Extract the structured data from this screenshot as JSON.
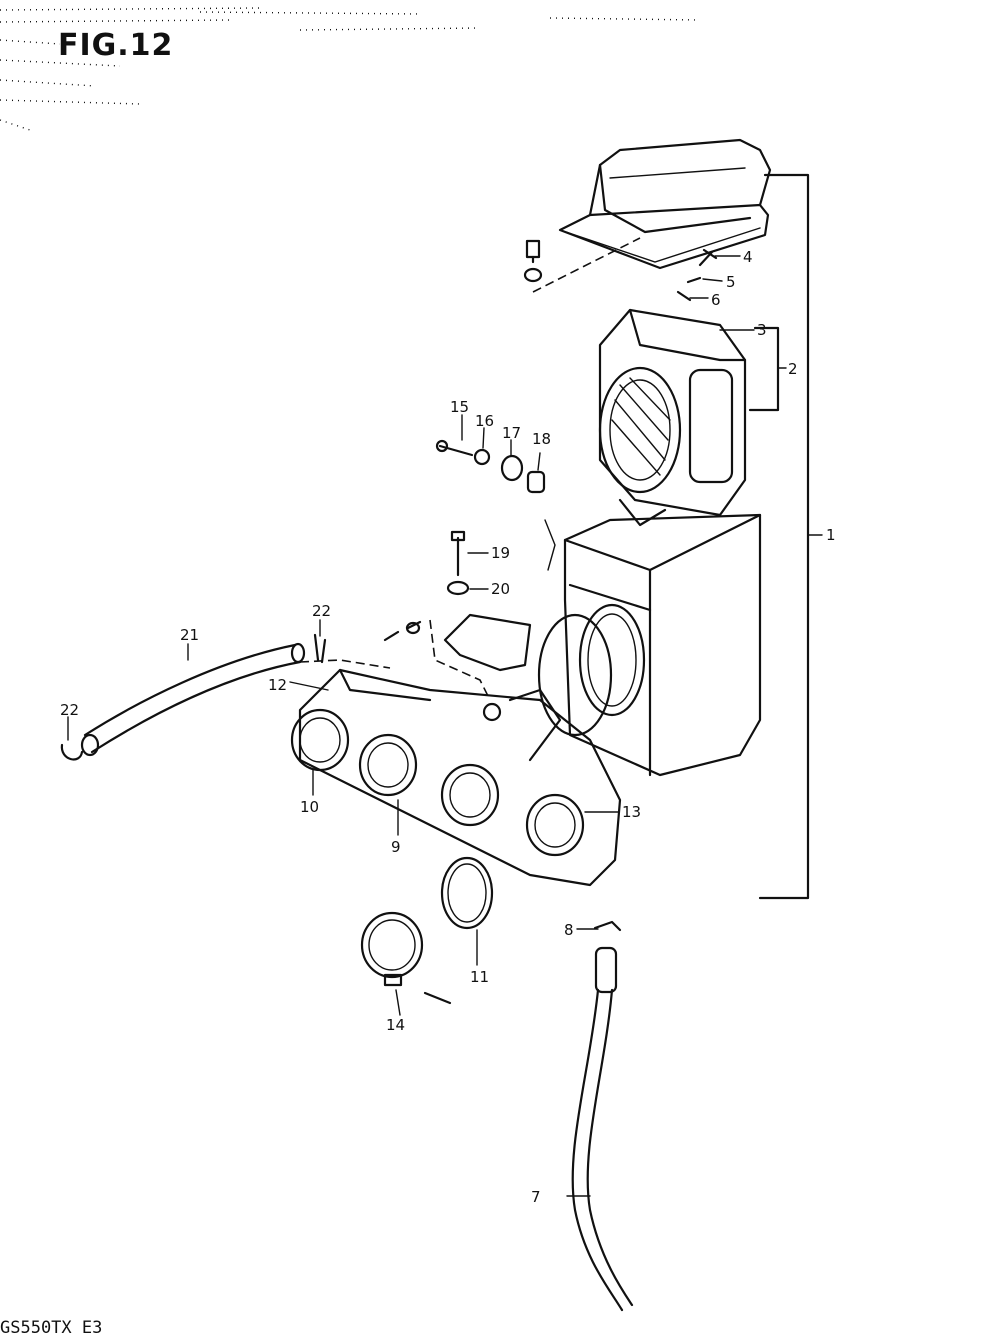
{
  "figure": {
    "title": "FIG.12",
    "footer": "GS550TX  E3"
  },
  "callouts": [
    {
      "id": "1",
      "text": "1"
    },
    {
      "id": "2",
      "text": "2"
    },
    {
      "id": "3",
      "text": "3"
    },
    {
      "id": "4",
      "text": "4"
    },
    {
      "id": "5",
      "text": "5"
    },
    {
      "id": "6",
      "text": "6"
    },
    {
      "id": "7",
      "text": "7"
    },
    {
      "id": "8",
      "text": "8"
    },
    {
      "id": "9",
      "text": "9"
    },
    {
      "id": "10",
      "text": "10"
    },
    {
      "id": "11",
      "text": "11"
    },
    {
      "id": "12",
      "text": "12"
    },
    {
      "id": "13",
      "text": "13"
    },
    {
      "id": "14",
      "text": "14"
    },
    {
      "id": "15",
      "text": "15"
    },
    {
      "id": "16",
      "text": "16"
    },
    {
      "id": "17",
      "text": "17"
    },
    {
      "id": "18",
      "text": "18"
    },
    {
      "id": "19",
      "text": "19"
    },
    {
      "id": "20",
      "text": "20"
    },
    {
      "id": "21",
      "text": "21"
    },
    {
      "id": "22a",
      "text": "22"
    },
    {
      "id": "22b",
      "text": "22"
    }
  ]
}
